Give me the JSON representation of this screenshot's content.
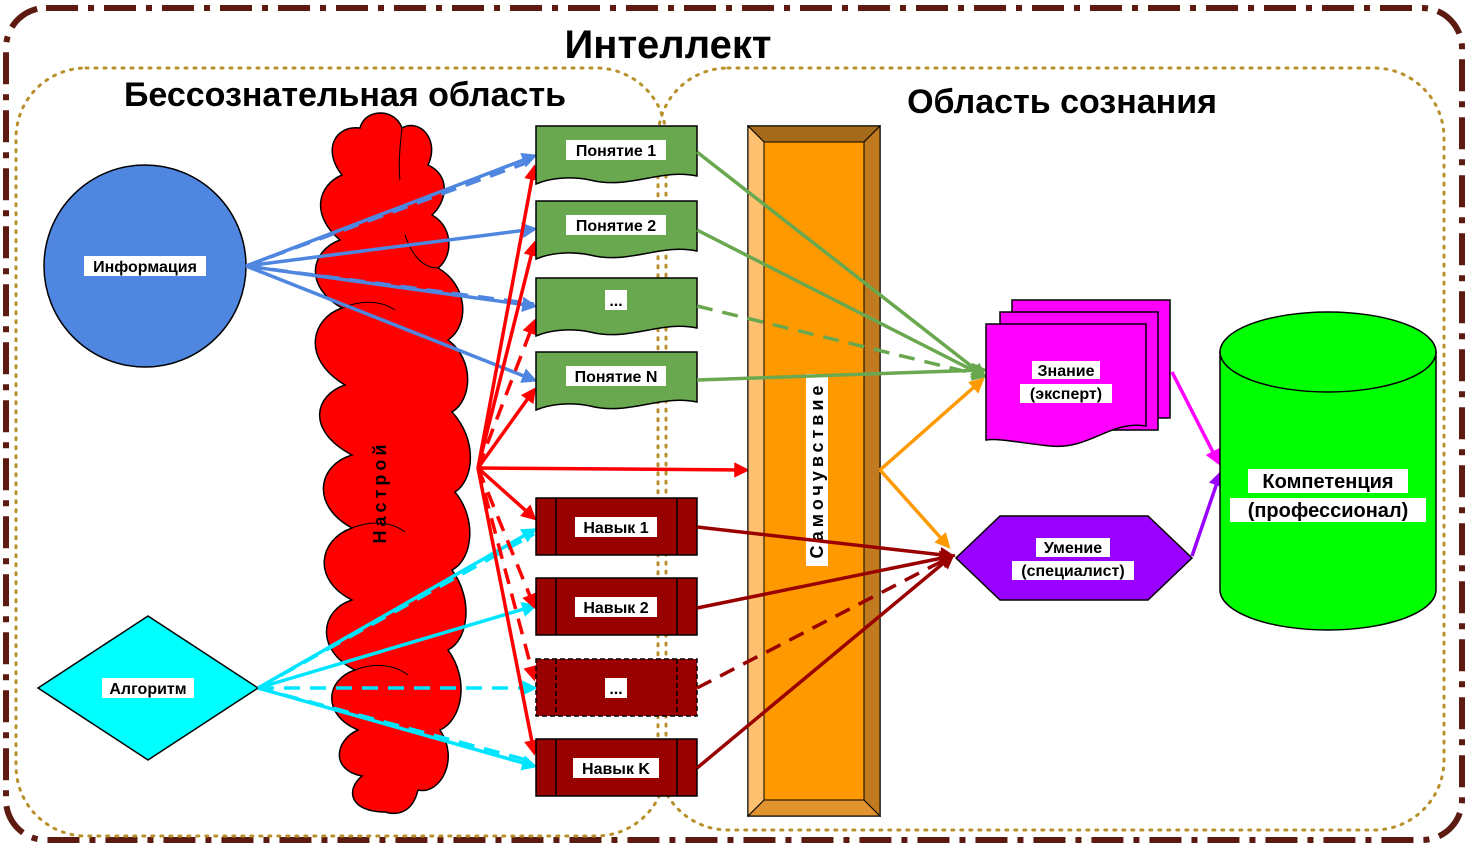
{
  "title": "Интеллект",
  "regions": {
    "unconscious": "Бессознательная область",
    "conscious": "Область сознания"
  },
  "sources": {
    "information": "Информация",
    "algorithm": "Алгоритм"
  },
  "mood": "Настрой",
  "wellbeing": "Самочувствие",
  "concepts": [
    "Понятие 1",
    "Понятие 2",
    "...",
    "Понятие N"
  ],
  "skills": [
    "Навык 1",
    "Навык 2",
    "...",
    "Навык K"
  ],
  "knowledge": {
    "line1": "Знание",
    "line2": "(эксперт)"
  },
  "ability": {
    "line1": "Умение",
    "line2": "(специалист)"
  },
  "competence": {
    "line1": "Компетенция",
    "line2": "(профессионал)"
  },
  "colors": {
    "frame": "#5c1a10",
    "region_border": "#b8902a",
    "information": "#4f86e0",
    "algorithm": "#00ffff",
    "mood": "#ff0000",
    "concept": "#6aa84f",
    "skill": "#990000",
    "wellbeing": "#ff9900",
    "knowledge": "#ff00ff",
    "ability": "#9900ff",
    "competence": "#00ff00"
  }
}
